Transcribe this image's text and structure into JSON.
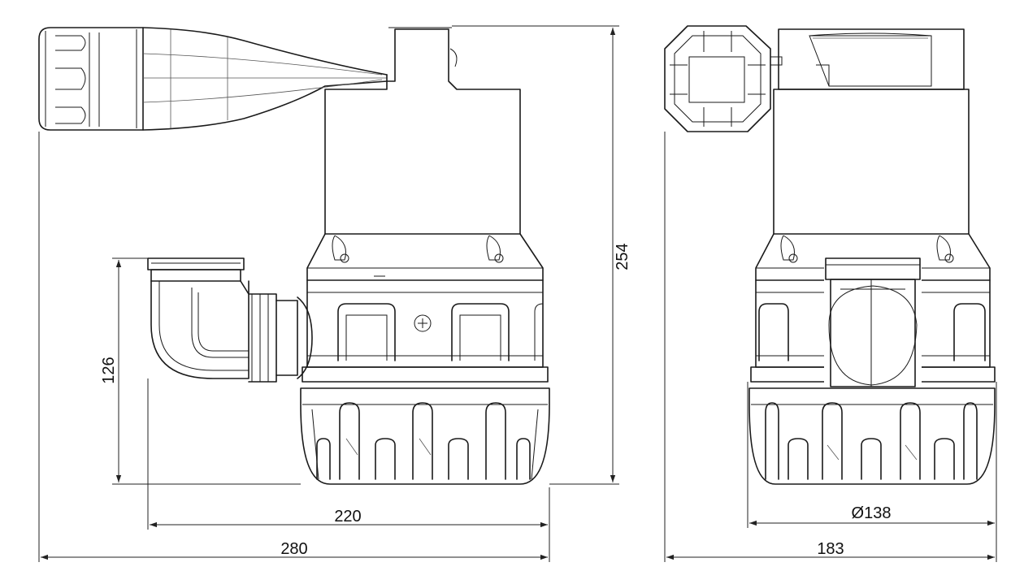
{
  "dimensions": {
    "side_total_height": "254",
    "outlet_height": "126",
    "base_width": "220",
    "total_width_side": "280",
    "diameter": "Ø138",
    "total_width_front": "183"
  },
  "colors": {
    "line": "#1a1a1a",
    "background": "#ffffff"
  }
}
